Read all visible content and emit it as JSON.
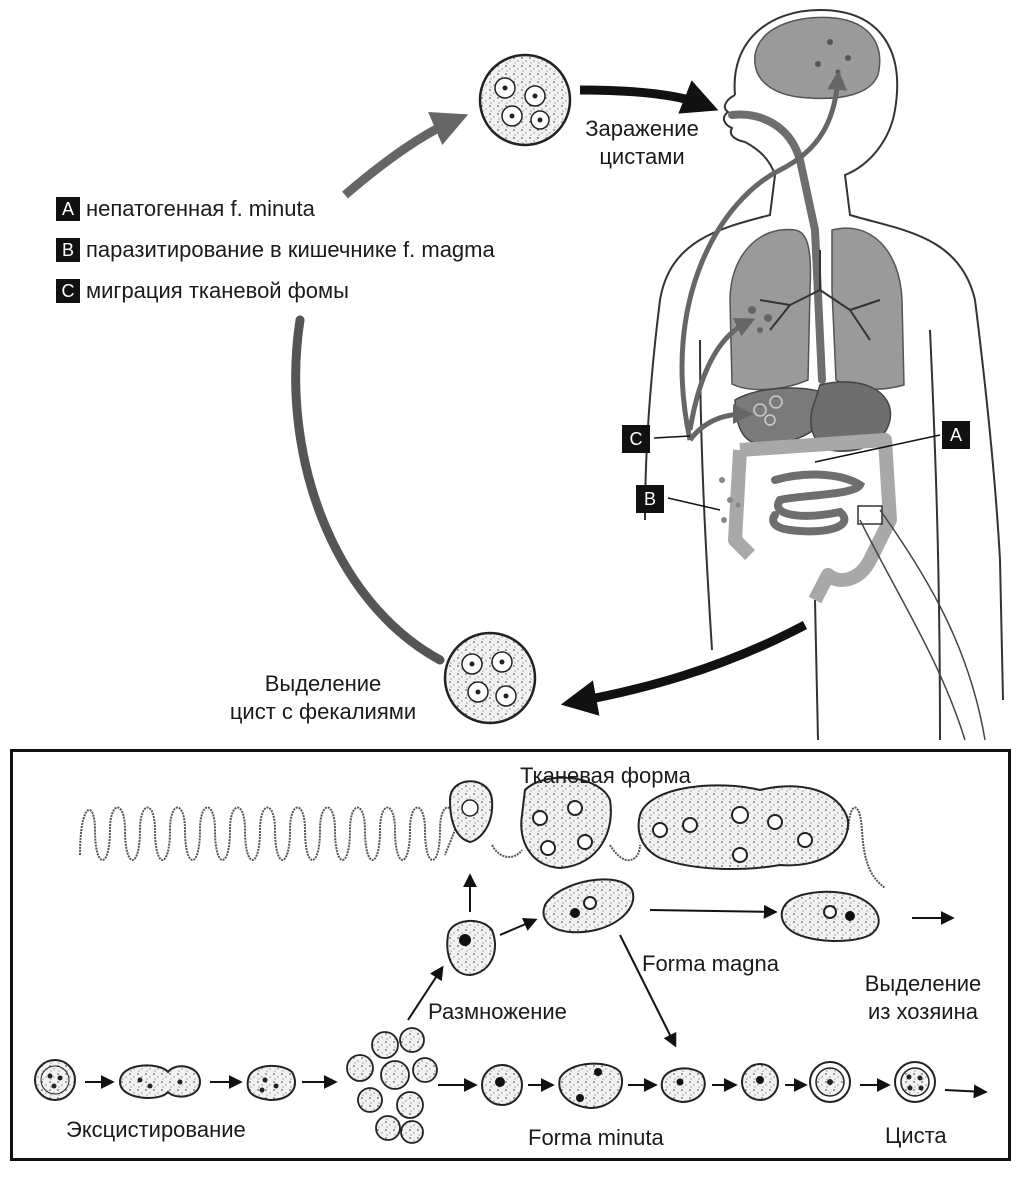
{
  "labels": {
    "infection_line1": "Заражение",
    "infection_line2": "цистами",
    "excretion_line1": "Выделение",
    "excretion_line2": "цист с фекалиями"
  },
  "legend": [
    {
      "key": "A",
      "text": "непатогенная f. minuta"
    },
    {
      "key": "B",
      "text": "паразитирование в кишечнике f. magma"
    },
    {
      "key": "C",
      "text": "миграция тканевой фомы"
    }
  ],
  "callouts": {
    "a": "A",
    "b": "B",
    "c": "C"
  },
  "panel": {
    "tissue_form": "Тканевая форма",
    "forma_magna": "Forma magna",
    "host_exit_line1": "Выделение",
    "host_exit_line2": "из хозяина",
    "reproduction": "Размножение",
    "excystation": "Эксцистирование",
    "forma_minuta": "Forma minuta",
    "cyst": "Циста"
  },
  "colors": {
    "ink": "#1a1a1a",
    "organ": "#9a9a9a",
    "organ_dark": "#6e6e6e",
    "cycle_arrow": "#555555"
  }
}
